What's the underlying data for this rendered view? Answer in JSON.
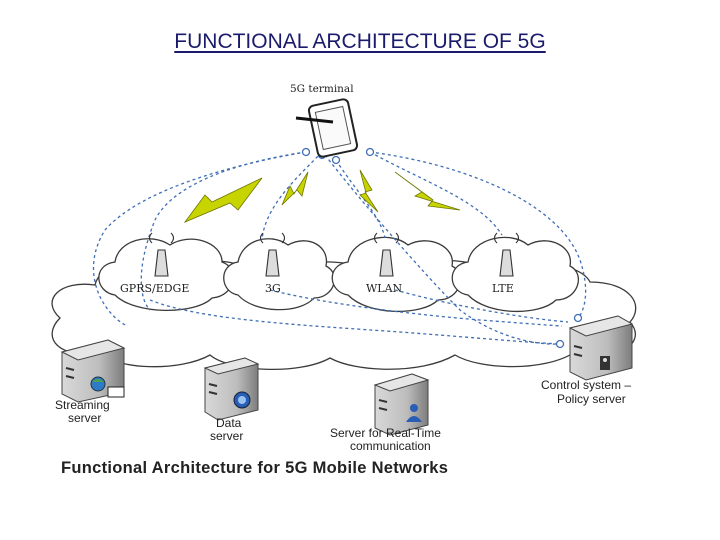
{
  "slide": {
    "title": "FUNCTIONAL ARCHITECTURE OF 5G"
  },
  "terminal": {
    "label": "5G terminal"
  },
  "networks": [
    {
      "label": "GPRS/EDGE"
    },
    {
      "label": "3G"
    },
    {
      "label": "WLAN"
    },
    {
      "label": "LTE"
    }
  ],
  "servers": {
    "streaming": {
      "line1": "Streaming",
      "line2": "server"
    },
    "data": {
      "line1": "Data",
      "line2": "server"
    },
    "realtime": {
      "line1": "Server for Real-Time",
      "line2": "communication"
    },
    "control": {
      "line1": "Control system –",
      "line2": "Policy server"
    }
  },
  "caption": "Functional Architecture for 5G Mobile Networks",
  "colors": {
    "link": "#3f6fb5",
    "lightning": "#c8d400",
    "title": "#1b1b6e",
    "server": "#8c8c8c"
  }
}
